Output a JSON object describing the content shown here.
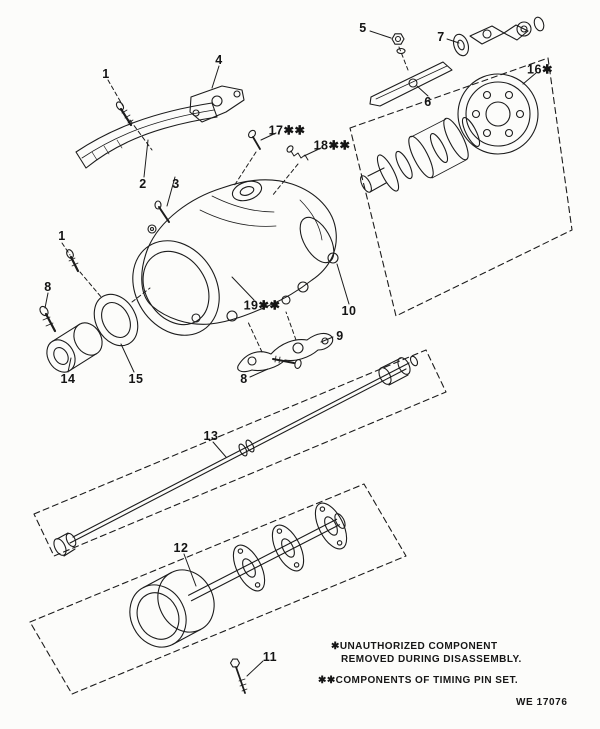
{
  "figure": {
    "callouts": {
      "n1a": "1",
      "n1b": "1",
      "n2": "2",
      "n3": "3",
      "n4": "4",
      "n5": "5",
      "n6": "6",
      "n7": "7",
      "n8a": "8",
      "n8b": "8",
      "n9": "9",
      "n10": "10",
      "n11": "11",
      "n12": "12",
      "n13": "13",
      "n14": "14",
      "n15": "15",
      "n16": "16✱",
      "n17": "17✱✱",
      "n18": "18✱✱",
      "n19": "19✱✱"
    },
    "notes": {
      "line1": "✱UNAUTHORIZED COMPONENT",
      "line2": "REMOVED DURING DISASSEMBLY.",
      "line3": "✱✱COMPONENTS OF TIMING PIN SET."
    },
    "figure_code": "WE 17076",
    "ink_color": "#1c1c1c"
  }
}
